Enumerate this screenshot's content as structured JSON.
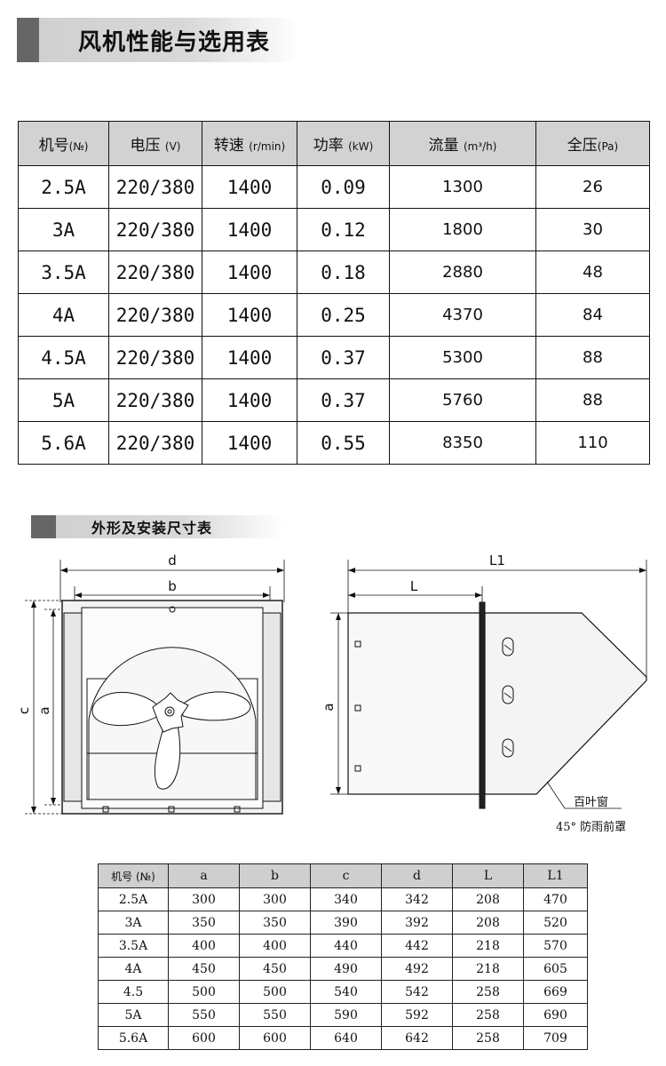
{
  "section1": {
    "title": "风机性能与选用表"
  },
  "table1": {
    "headers": [
      {
        "main": "机号",
        "unit": "(№)"
      },
      {
        "main": "电压",
        "unit": "(V)"
      },
      {
        "main": "转速",
        "unit": "(r/min)"
      },
      {
        "main": "功率",
        "unit": "(kW)"
      },
      {
        "main": "流量",
        "unit": "(m³/h)"
      },
      {
        "main": "全压",
        "unit": "(Pa)"
      }
    ],
    "rows": [
      [
        "2.5A",
        "220/380",
        "1400",
        "0.09",
        "1300",
        "26"
      ],
      [
        "3A",
        "220/380",
        "1400",
        "0.12",
        "1800",
        "30"
      ],
      [
        "3.5A",
        "220/380",
        "1400",
        "0.18",
        "2880",
        "48"
      ],
      [
        "4A",
        "220/380",
        "1400",
        "0.25",
        "4370",
        "84"
      ],
      [
        "4.5A",
        "220/380",
        "1400",
        "0.37",
        "5300",
        "88"
      ],
      [
        "5A",
        "220/380",
        "1400",
        "0.37",
        "5760",
        "88"
      ],
      [
        "5.6A",
        "220/380",
        "1400",
        "0.55",
        "8350",
        "110"
      ]
    ]
  },
  "section2": {
    "title": "外形及安装尺寸表"
  },
  "diagram": {
    "front": {
      "d": "d",
      "b": "b",
      "c": "c",
      "a": "a"
    },
    "side": {
      "L1": "L1",
      "L": "L",
      "a": "a",
      "callout1": "百叶窗",
      "callout2": "45° 防雨前罩"
    }
  },
  "table2": {
    "headers": [
      "机号 (№)",
      "a",
      "b",
      "c",
      "d",
      "L",
      "L1"
    ],
    "rows": [
      [
        "2.5A",
        "300",
        "300",
        "340",
        "342",
        "208",
        "470"
      ],
      [
        "3A",
        "350",
        "350",
        "390",
        "392",
        "208",
        "520"
      ],
      [
        "3.5A",
        "400",
        "400",
        "440",
        "442",
        "218",
        "570"
      ],
      [
        "4A",
        "450",
        "450",
        "490",
        "492",
        "218",
        "605"
      ],
      [
        "4.5",
        "500",
        "500",
        "540",
        "542",
        "258",
        "669"
      ],
      [
        "5A",
        "550",
        "550",
        "590",
        "592",
        "258",
        "690"
      ],
      [
        "5.6A",
        "600",
        "600",
        "640",
        "642",
        "258",
        "709"
      ]
    ]
  }
}
